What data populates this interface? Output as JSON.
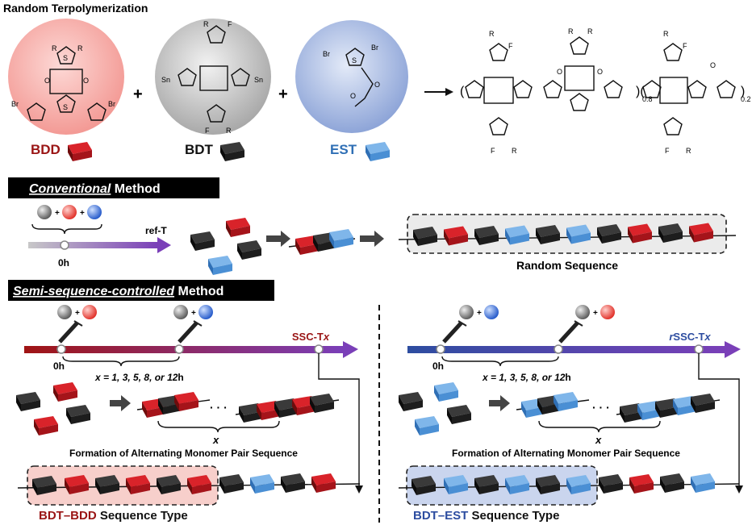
{
  "title": "Random Terpolymerization",
  "monomers": {
    "bdd": {
      "label": "BDD",
      "color": "#9a1515",
      "circle": "#f5a8a4"
    },
    "bdt": {
      "label": "BDT",
      "color": "#111111",
      "circle": "#bfbfbf"
    },
    "est": {
      "label": "EST",
      "color": "#2f6fb5",
      "circle": "#9db2de"
    }
  },
  "chem": {
    "r": "R",
    "f": "F",
    "s": "S",
    "o": "O",
    "br": "Br",
    "sn": "Sn",
    "sub_08": "0.8",
    "sub_02": "0.2"
  },
  "plus": "+",
  "conventional": {
    "header_italic": "Conventional",
    "header_rest": " Method",
    "ref_label": "ref-T",
    "time_label": "0h",
    "result_label": "Random Sequence"
  },
  "semi": {
    "header_italic": "Semi-sequence-controlled",
    "header_rest": " Method",
    "left": {
      "tag": "SSC-T",
      "tag_var": "x",
      "time_label": "0h",
      "x_values": " = 1, 3, 5, 8, or 12",
      "x_unit": "h",
      "x_var": "x",
      "formation": "Formation of Alternating  Monomer Pair Sequence",
      "ellipsis": "· · ·",
      "type_label_a": "BDT–BDD",
      "type_label_b": " Sequence Type"
    },
    "right": {
      "tag_prefix": "r",
      "tag": "SSC-T",
      "tag_var": "x",
      "time_label": "0h",
      "x_values": " = 1, 3, 5, 8, or 12",
      "x_unit": "h",
      "x_var": "x",
      "formation": "Formation of Alternating  Monomer Pair Sequence",
      "ellipsis": "· · ·",
      "type_label_a": "BDT–EST",
      "type_label_b": " Sequence Type"
    }
  }
}
